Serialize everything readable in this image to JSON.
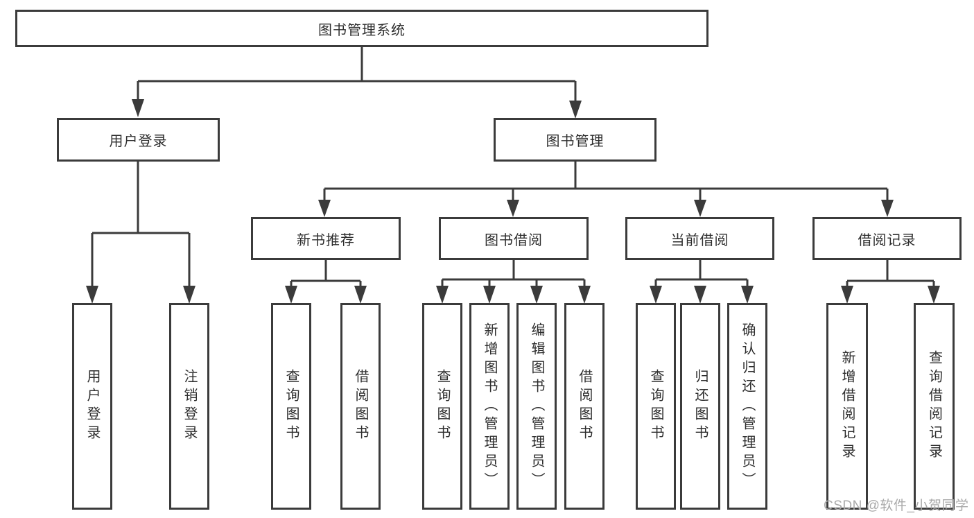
{
  "diagram": {
    "tree": {
      "label": "图书管理系统",
      "children": [
        {
          "label": "用户登录",
          "children": [
            {
              "label": "用户登录"
            },
            {
              "label": "注销登录"
            }
          ]
        },
        {
          "label": "图书管理",
          "children": [
            {
              "label": "新书推荐",
              "children": [
                {
                  "label": "查询图书"
                },
                {
                  "label": "借阅图书"
                }
              ]
            },
            {
              "label": "图书借阅",
              "children": [
                {
                  "label": "查询图书"
                },
                {
                  "label": "新增图书（管理员）"
                },
                {
                  "label": "编辑图书（管理员）"
                },
                {
                  "label": "借阅图书"
                }
              ]
            },
            {
              "label": "当前借阅",
              "children": [
                {
                  "label": "查询图书"
                },
                {
                  "label": "归还图书"
                },
                {
                  "label": "确认归还（管理员）"
                }
              ]
            },
            {
              "label": "借阅记录",
              "children": [
                {
                  "label": "新增借阅记录"
                },
                {
                  "label": "查询借阅记录"
                }
              ]
            }
          ]
        }
      ]
    },
    "watermark": {
      "text": "CSDN @软件_小贺同学"
    },
    "colors": {
      "background": "#ffffff",
      "box_border": "#3b3b3b",
      "line": "#3b3b3b",
      "text": "#2e2e2e",
      "watermark": "#a9a9a9"
    }
  }
}
